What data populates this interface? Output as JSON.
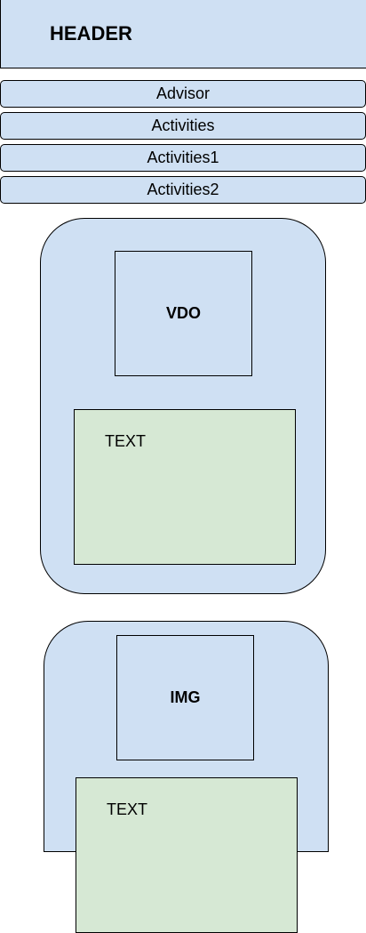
{
  "header": {
    "title": "HEADER"
  },
  "nav": {
    "items": [
      {
        "label": "Advisor"
      },
      {
        "label": "Activities"
      },
      {
        "label": "Activities1"
      },
      {
        "label": "Activities2"
      }
    ]
  },
  "cards": [
    {
      "media_label": "VDO",
      "text_label": "TEXT"
    },
    {
      "media_label": "IMG",
      "text_label": "TEXT"
    }
  ],
  "colors": {
    "block_fill": "#cfe0f3",
    "text_block_fill": "#d6e8d4",
    "stroke": "#000000"
  }
}
